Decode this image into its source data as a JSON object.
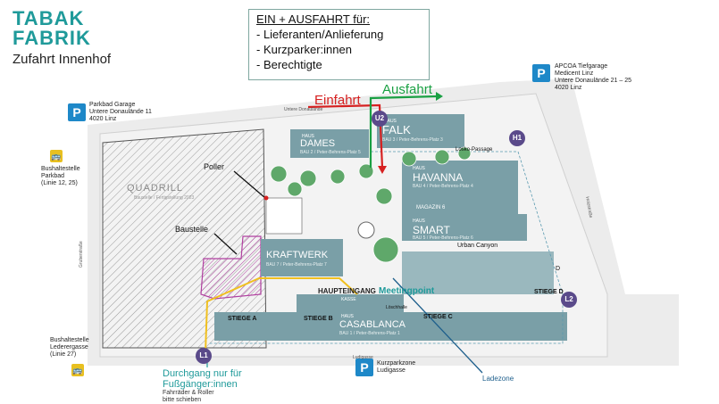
{
  "brand": {
    "line1": "TABAK",
    "line2": "FABRIK",
    "subtitle": "Zufahrt Innenhof"
  },
  "info_box": {
    "title": "EIN + AUSFAHRT für:",
    "items": [
      "- Lieferanten/Anlieferung",
      "- Kurzparker:innen",
      "- Berechtigte"
    ]
  },
  "parking": [
    {
      "symbol": "P",
      "line1": "Parkbad Garage",
      "line2": "Untere Donaulände 11",
      "line3": "4020 Linz"
    },
    {
      "symbol": "P",
      "line1": "APCOA Tiefgarage",
      "line2": "Medicent Linz",
      "line3": "Untere Donaulände 21 – 25",
      "line4": "4020 Linz"
    },
    {
      "symbol": "P",
      "line1": "Kurzparkzone",
      "line2": "Ludigasse"
    }
  ],
  "bus_stops": [
    {
      "icon": "bus-icon",
      "line1": "Bushaltestelle",
      "line2": "Parkbad",
      "line3": "(Linie 12, 25)"
    },
    {
      "icon": "bus-icon",
      "line1": "Bushaltestelle",
      "line2": "Lederergasse",
      "line3": "(Linie 27)"
    }
  ],
  "arrows": {
    "entry": "Einfahrt",
    "exit": "Ausfahrt",
    "entry_color": "#d62020",
    "exit_color": "#1aa043"
  },
  "streets": {
    "north": "Untere Donaulände",
    "south": "Ludigasse",
    "west": "Gruberstraße",
    "east": "Holzstraße"
  },
  "buildings": {
    "quadrill": {
      "name": "QUADRILL",
      "sub": "Baustelle / Fertigstellung 2023"
    },
    "dames": {
      "haus": "HAUS",
      "name": "DAMES",
      "sub": "BAU 2 / Peter-Behrens-Platz 5"
    },
    "falk": {
      "haus": "HAUS",
      "name": "FALK",
      "sub": "BAU 3 / Peter-Behrens-Platz 3"
    },
    "havanna": {
      "haus": "HAUS",
      "name": "HAVANNA",
      "sub": "BAU 4 / Peter-Behrens-Platz 4"
    },
    "smart": {
      "haus": "HAUS",
      "name": "SMART",
      "sub": "BAU 5 / Peter-Behrens-Platz 6"
    },
    "kraftwerk": {
      "name": "KRAFTWERK",
      "sub": "BAU 7 / Peter-Behrens-Platz 7"
    },
    "casablanca": {
      "haus": "HAUS",
      "name": "CASABLANCA",
      "sub": "BAU 1 / Peter-Behrens-Platz 1"
    }
  },
  "labels": {
    "poller": "Poller",
    "baustelle": "Baustelle",
    "haupteingang": "HAUPTEINGANG",
    "meetingpoint": "Meetingpoint",
    "ladezone": "Ladezone",
    "magazin": "MAGAZIN 6",
    "urban_canyon": "Urban Canyon",
    "losko": "Losko-Passage",
    "loeschhalle": "Löschhalle",
    "stiege_a": "STIEGE A",
    "stiege_b": "STIEGE B",
    "stiege_c": "STIEGE C",
    "stiege_d": "STIEGE D",
    "d": "D",
    "kassa": "KASSE"
  },
  "markers": {
    "u2": "U2",
    "h1": "H1",
    "l1": "L1",
    "l2": "L2"
  },
  "notice": {
    "line1": "Durchgang nur für",
    "line2": "Fußgänger:innen",
    "line3": "Fahrräder & Roller",
    "line4": "bitte schieben"
  },
  "colors": {
    "building": "#7a9fa7",
    "road": "#e6e6e6",
    "accent": "#1f9a9a",
    "ladezone_line": "#1e5f8c",
    "baustelle": "#b040a0",
    "marker": "#5a4a8a"
  }
}
